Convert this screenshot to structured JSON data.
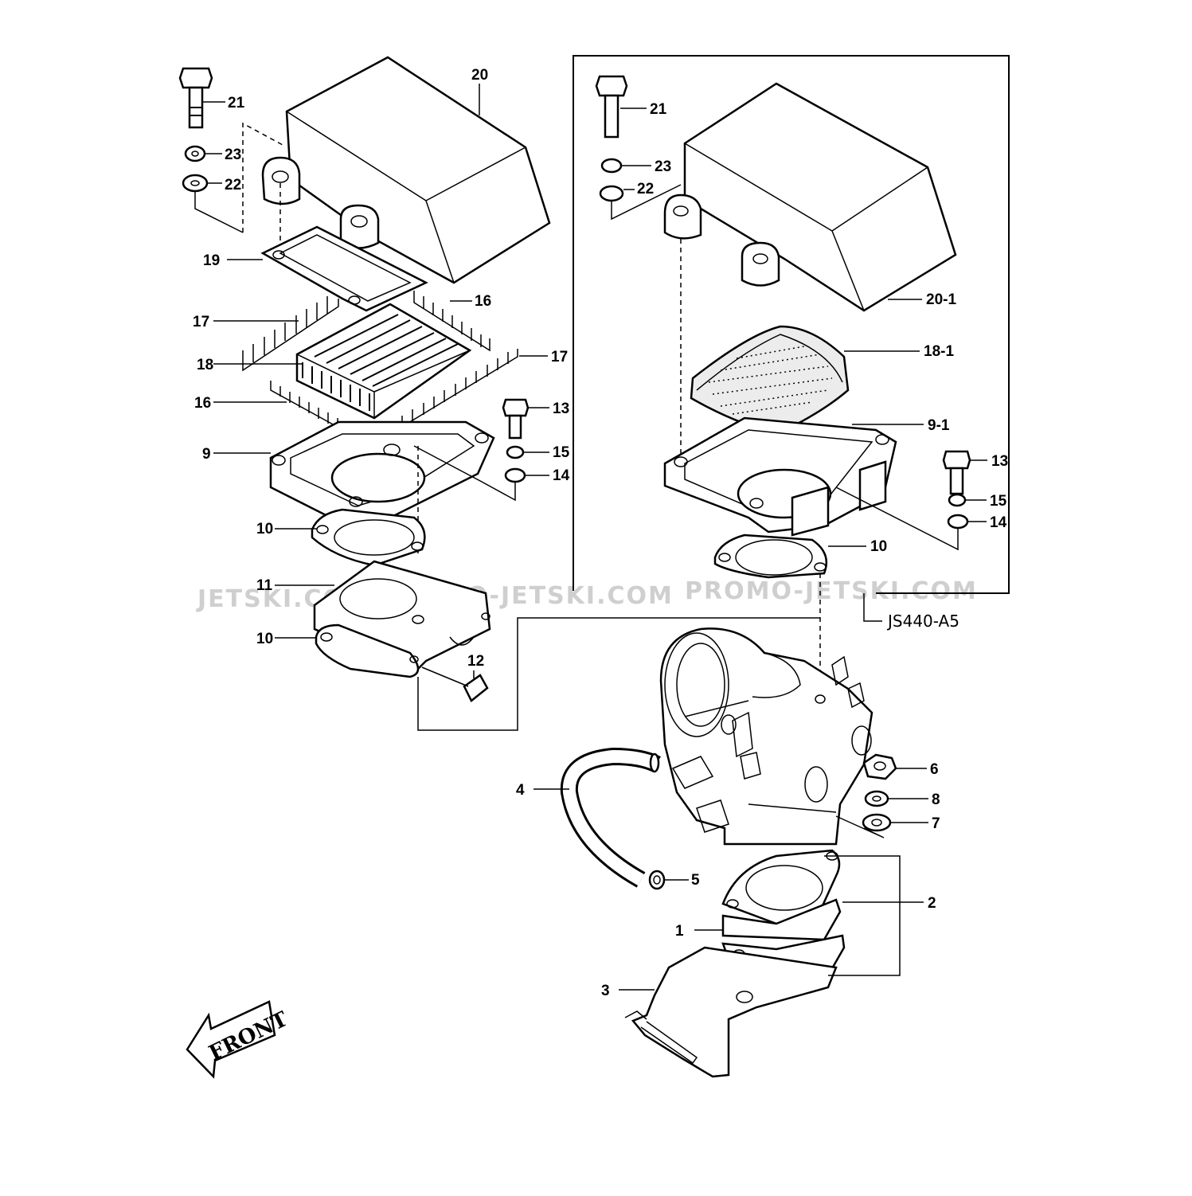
{
  "diagram": {
    "model_code": "JS440-A5",
    "front_label": "FRONT",
    "watermarks": [
      "JETSKI.COM",
      "PROMO-JETSKI.COM",
      "PROMO-JETSKI.COM"
    ],
    "callouts_left": [
      {
        "id": "c21a",
        "text": "21"
      },
      {
        "id": "c23a",
        "text": "23"
      },
      {
        "id": "c22a",
        "text": "22"
      },
      {
        "id": "c20",
        "text": "20"
      },
      {
        "id": "c19",
        "text": "19"
      },
      {
        "id": "c16a",
        "text": "16"
      },
      {
        "id": "c17a",
        "text": "17"
      },
      {
        "id": "c18",
        "text": "18"
      },
      {
        "id": "c17b",
        "text": "17"
      },
      {
        "id": "c16b",
        "text": "16"
      },
      {
        "id": "c13a",
        "text": "13"
      },
      {
        "id": "c15a",
        "text": "15"
      },
      {
        "id": "c14a",
        "text": "14"
      },
      {
        "id": "c9",
        "text": "9"
      },
      {
        "id": "c10a",
        "text": "10"
      },
      {
        "id": "c11",
        "text": "11"
      },
      {
        "id": "c10b",
        "text": "10"
      },
      {
        "id": "c12",
        "text": "12"
      }
    ],
    "callouts_inset": [
      {
        "id": "c21b",
        "text": "21"
      },
      {
        "id": "c23b",
        "text": "23"
      },
      {
        "id": "c22b",
        "text": "22"
      },
      {
        "id": "c20_1",
        "text": "20-1"
      },
      {
        "id": "c18_1",
        "text": "18-1"
      },
      {
        "id": "c9_1",
        "text": "9-1"
      },
      {
        "id": "c13b",
        "text": "13"
      },
      {
        "id": "c15b",
        "text": "15"
      },
      {
        "id": "c14b",
        "text": "14"
      },
      {
        "id": "c10c",
        "text": "10"
      }
    ],
    "callouts_lower": [
      {
        "id": "c6",
        "text": "6"
      },
      {
        "id": "c8",
        "text": "8"
      },
      {
        "id": "c7",
        "text": "7"
      },
      {
        "id": "c4",
        "text": "4"
      },
      {
        "id": "c5",
        "text": "5"
      },
      {
        "id": "c2",
        "text": "2"
      },
      {
        "id": "c1",
        "text": "1"
      },
      {
        "id": "c3",
        "text": "3"
      }
    ]
  }
}
